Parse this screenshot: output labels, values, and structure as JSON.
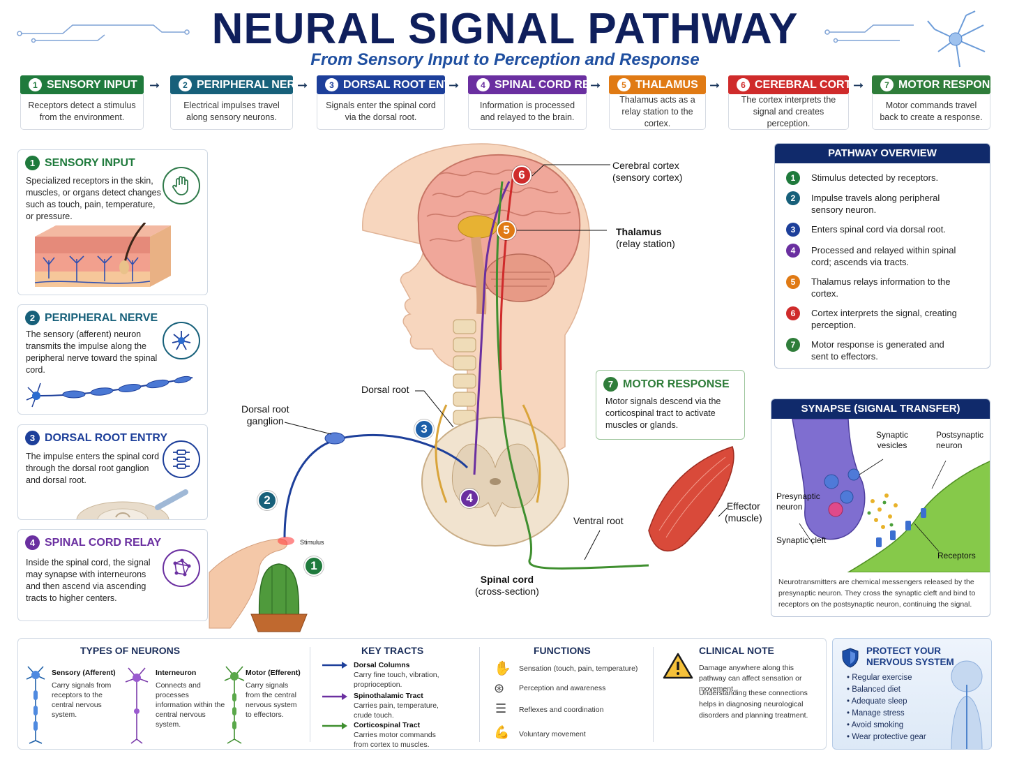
{
  "header": {
    "title": "NEURAL SIGNAL PATHWAY",
    "subtitle": "From Sensory Input to Perception and Response"
  },
  "colors": {
    "green": "#1f7a3c",
    "teal": "#17607a",
    "blue": "#1d3f9a",
    "purple": "#6a2fa0",
    "orange": "#e07a14",
    "red": "#cf2b2b",
    "dark_green": "#2f7d3a",
    "navy": "#102a6b"
  },
  "steps": [
    {
      "num": "1",
      "title": "SENSORY INPUT",
      "text": "Receptors detect a stimulus from the environment."
    },
    {
      "num": "2",
      "title": "PERIPHERAL NERVE",
      "text": "Electrical impulses travel along sensory neurons."
    },
    {
      "num": "3",
      "title": "DORSAL ROOT ENTRY",
      "text": "Signals enter the spinal cord via the dorsal root."
    },
    {
      "num": "4",
      "title": "SPINAL CORD RELAY",
      "text": "Information is processed and relayed to the brain."
    },
    {
      "num": "5",
      "title": "THALAMUS",
      "text": "Thalamus acts as a relay station to the cortex."
    },
    {
      "num": "6",
      "title": "CEREBRAL CORTEX",
      "text": "The cortex interprets the signal and creates perception."
    },
    {
      "num": "7",
      "title": "MOTOR RESPONSE",
      "text": "Motor commands travel back to create a response."
    }
  ],
  "cards": [
    {
      "num": "1",
      "title": "SENSORY INPUT",
      "text": "Specialized receptors in the skin, muscles, or organs detect changes such as touch, pain, temperature, or pressure."
    },
    {
      "num": "2",
      "title": "PERIPHERAL NERVE",
      "text": "The sensory (afferent) neuron transmits the impulse along the peripheral nerve toward the spinal cord."
    },
    {
      "num": "3",
      "title": "DORSAL ROOT ENTRY",
      "text": "The impulse enters the spinal cord through the dorsal root ganglion and dorsal root."
    },
    {
      "num": "4",
      "title": "SPINAL CORD RELAY",
      "text": "Inside the spinal cord, the signal may synapse with interneurons and then ascend via ascending tracts to higher centers."
    }
  ],
  "diagram": {
    "cortex_label": "Cerebral cortex",
    "cortex_sub": "(sensory cortex)",
    "thalamus_label": "Thalamus",
    "thalamus_sub": "(relay station)",
    "dorsal_root": "Dorsal root",
    "drg_line1": "Dorsal root",
    "drg_line2": "ganglion",
    "ventral_root": "Ventral root",
    "effector_line1": "Effector",
    "effector_line2": "(muscle)",
    "spinal_cord": "Spinal cord",
    "spinal_cord_sub": "(cross-section)",
    "stimulus": "Stimulus",
    "motor_title": "MOTOR RESPONSE",
    "motor_num": "7",
    "motor_text": "Motor signals descend via the corticospinal tract to activate muscles or glands.",
    "badges": [
      "1",
      "2",
      "3",
      "4",
      "5",
      "6"
    ]
  },
  "overview": {
    "title": "PATHWAY OVERVIEW",
    "items": [
      {
        "num": "1",
        "text": "Stimulus detected by receptors."
      },
      {
        "num": "2",
        "text": "Impulse travels along peripheral sensory neuron."
      },
      {
        "num": "3",
        "text": "Enters spinal cord via dorsal root."
      },
      {
        "num": "4",
        "text": "Processed and relayed within spinal cord; ascends via tracts."
      },
      {
        "num": "5",
        "text": "Thalamus relays information to the cortex."
      },
      {
        "num": "6",
        "text": "Cortex interprets the signal, creating perception."
      },
      {
        "num": "7",
        "text": "Motor response is generated and sent to effectors."
      }
    ]
  },
  "synapse": {
    "title": "SYNAPSE (SIGNAL TRANSFER)",
    "vesicles_line1": "Synaptic",
    "vesicles_line2": "vesicles",
    "post_line1": "Postsynaptic",
    "post_line2": "neuron",
    "pre_line1": "Presynaptic",
    "pre_line2": "neuron",
    "cleft": "Synaptic cleft",
    "receptors": "Receptors",
    "caption": "Neurotransmitters are chemical messengers released by the presynaptic neuron. They cross the synaptic cleft and bind to receptors on the postsynaptic neuron, continuing the signal."
  },
  "neuron_types": {
    "title": "TYPES OF NEURONS",
    "items": [
      {
        "name": "Sensory (Afferent)",
        "text": "Carry signals from receptors to the central nervous system."
      },
      {
        "name": "Interneuron",
        "text": "Connects and processes information within the central nervous system."
      },
      {
        "name": "Motor (Efferent)",
        "text": "Carry signals from the central nervous system to effectors."
      }
    ]
  },
  "key_tracts": {
    "title": "KEY TRACTS",
    "items": [
      {
        "name": "Dorsal Columns",
        "text": "Carry fine touch, vibration, proprioception."
      },
      {
        "name": "Spinothalamic Tract",
        "text": "Carries pain, temperature, crude touch."
      },
      {
        "name": "Corticospinal Tract",
        "text": "Carries motor commands from cortex to muscles."
      }
    ]
  },
  "functions": {
    "title": "FUNCTIONS",
    "items": [
      {
        "text": "Sensation (touch, pain, temperature)"
      },
      {
        "text": "Perception and awareness"
      },
      {
        "text": "Reflexes and coordination"
      },
      {
        "text": "Voluntary movement"
      }
    ]
  },
  "clinical": {
    "title": "CLINICAL NOTE",
    "p1": "Damage anywhere along this pathway can affect sensation or movement.",
    "p2": "Understanding these connections helps in diagnosing neurological disorders and planning treatment."
  },
  "protect": {
    "title_line1": "PROTECT YOUR",
    "title_line2": "NERVOUS SYSTEM",
    "items": [
      "Regular exercise",
      "Balanced diet",
      "Adequate sleep",
      "Manage stress",
      "Avoid smoking",
      "Wear protective gear"
    ]
  }
}
